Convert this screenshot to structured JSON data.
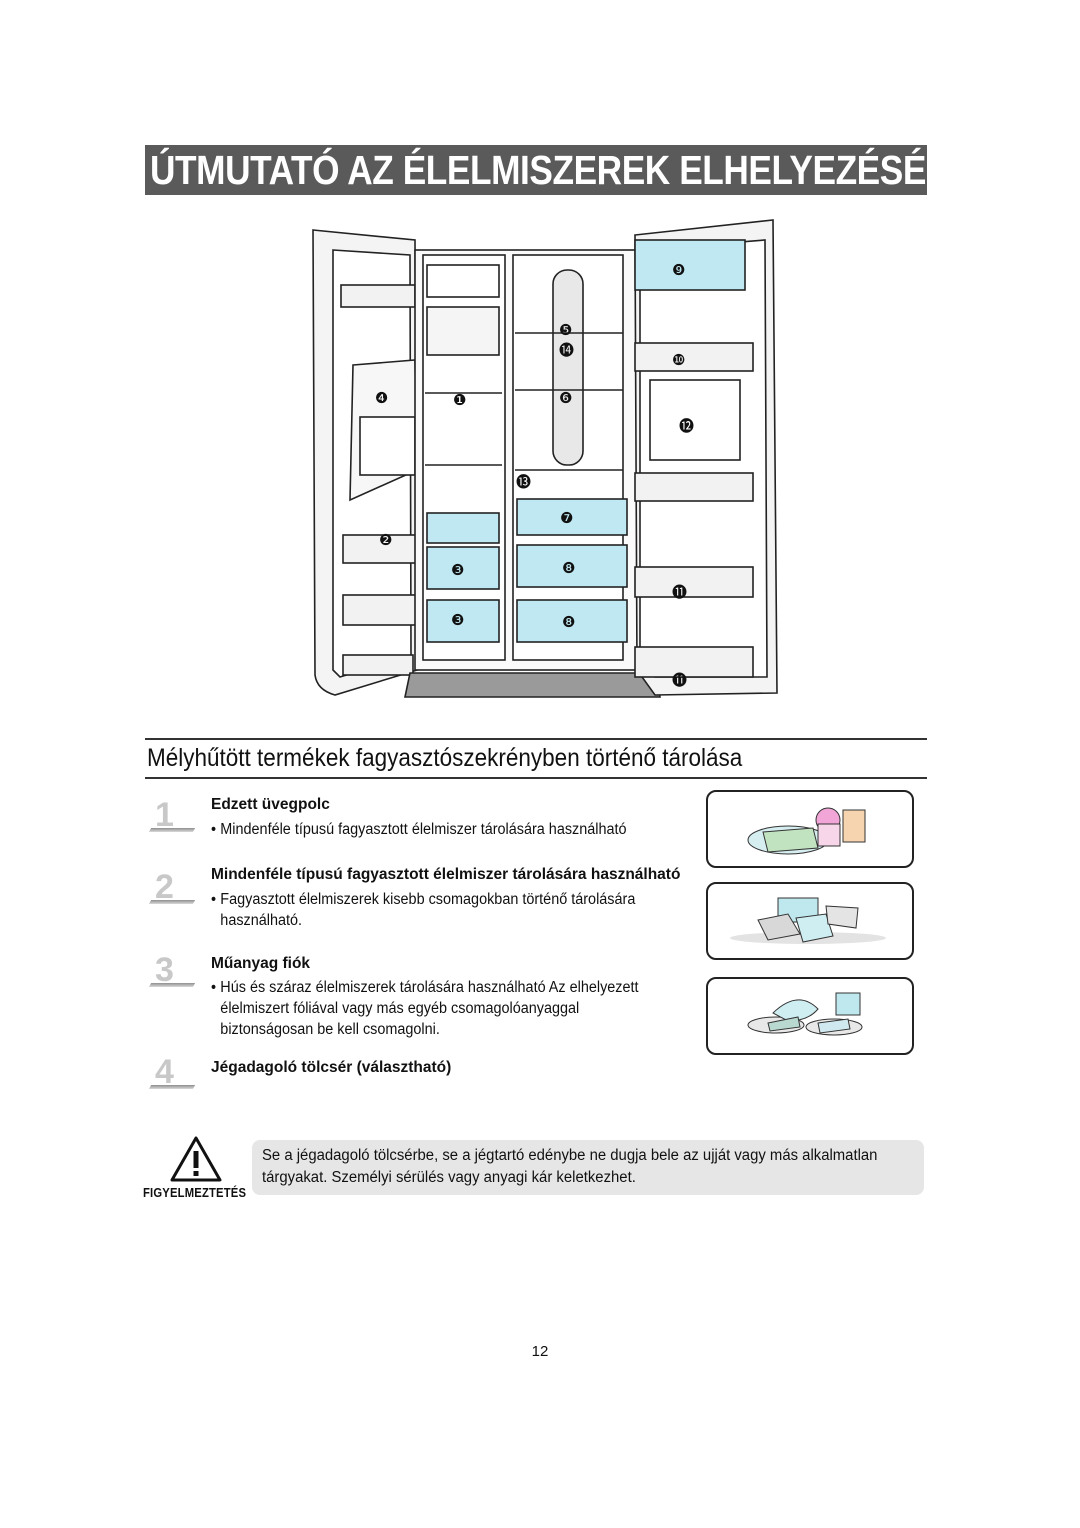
{
  "page": {
    "title": "ÚTMUTATÓ AZ ÉLELMISZEREK ELHELYEZÉSÉRE",
    "section_title": "Mélyhűtött termékek fagyasztószekrényben történő tárolása",
    "page_number": "12"
  },
  "fridge_labels": [
    "❶",
    "❷",
    "❸",
    "❸",
    "❹",
    "❺",
    "❻",
    "❼",
    "❽",
    "❽",
    "❾",
    "❿",
    "⓫",
    "⓫",
    "⓬",
    "⓭",
    "⓮"
  ],
  "items": [
    {
      "number": "1",
      "title": "Edzett üvegpolc",
      "bullet": "•",
      "text": "Mindenféle típusú fagyasztott élelmiszer tárolására használható"
    },
    {
      "number": "2",
      "title": "Mindenféle típusú fagyasztott élelmiszer tárolására használható",
      "bullet": "•",
      "text": "Fagyasztott élelmiszerek kisebb csomagokban történő tárolására használható."
    },
    {
      "number": "3",
      "title": "Műanyag fiók",
      "bullet": "•",
      "text": "Hús és száraz élelmiszerek tárolására használható Az elhelyezett élelmiszert fóliával vagy más egyéb csomagolóanyaggal biztonságosan be kell csomagolni."
    },
    {
      "number": "4",
      "title": "Jégadagoló tölcsér (választható)"
    }
  ],
  "warning": {
    "label": "FIGYELMEZTETÉS",
    "text": "Se a jégadagoló tölcsérbe, se a jégtartó edénybe ne dugja bele az ujját vagy más alkalmatlan tárgyakat. Személyi sérülés vagy anyagi kár keletkezhet.",
    "icon": "warning-triangle-icon"
  },
  "colors": {
    "title_bar": "#5a5a5a",
    "shelf_blue": "#bfe8f2",
    "warning_box": "#e6e6e6"
  }
}
